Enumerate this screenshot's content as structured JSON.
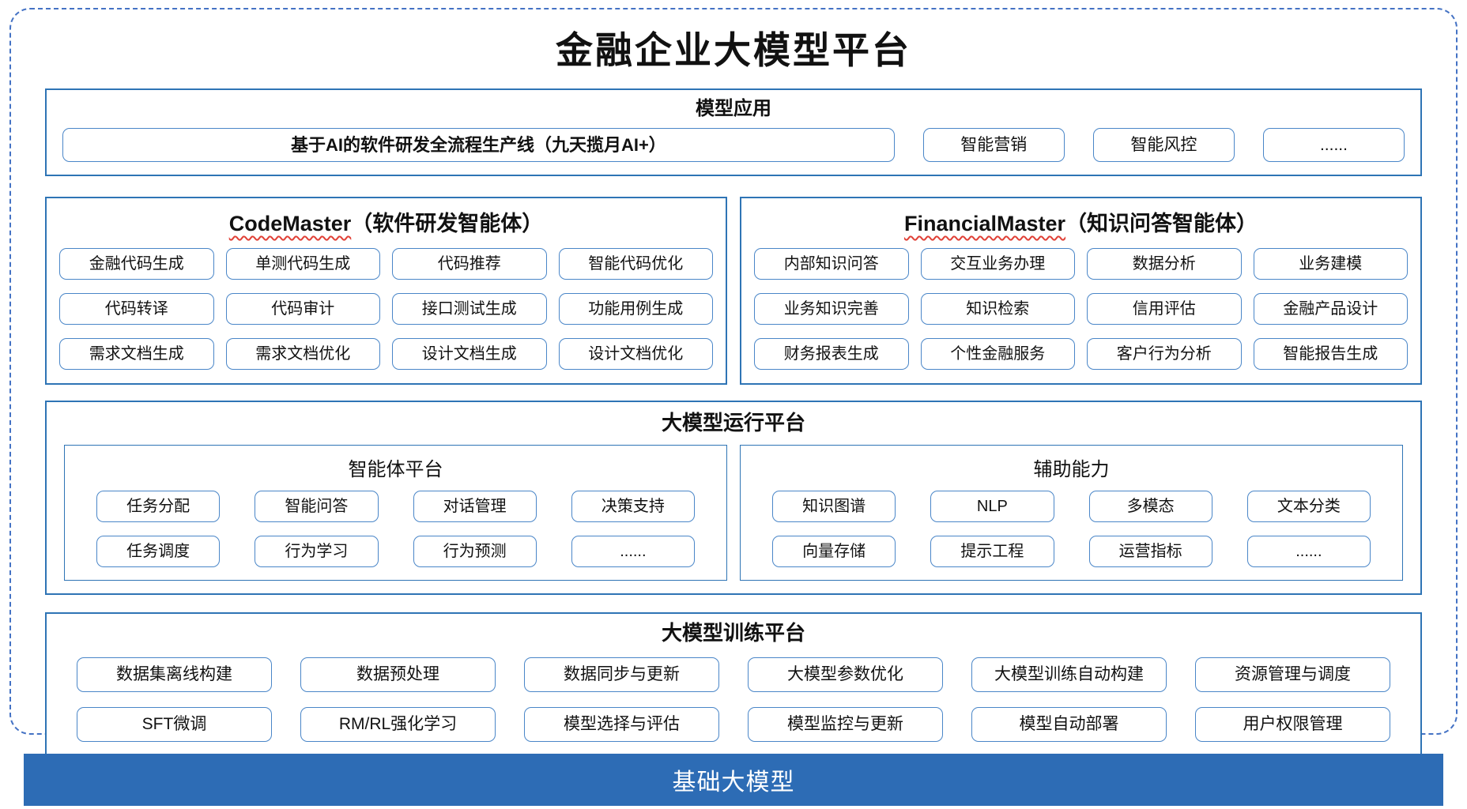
{
  "title": "金融企业大模型平台",
  "colors": {
    "section_border_blue": "#2e74b5",
    "item_border_blue": "#4a86c8",
    "outer_dashed_blue": "#4472c4",
    "base_bar_blue": "#2d6cb5",
    "spellcheck_wavy_red": "#e04036"
  },
  "sections": {
    "model_app": {
      "header": "模型应用",
      "wide_item": "基于AI的软件研发全流程生产线（九天揽月AI+）",
      "items": [
        "智能营销",
        "智能风控",
        "......"
      ]
    },
    "code_master": {
      "name": "CodeMaster",
      "suffix": "（软件研发智能体）",
      "items": [
        "金融代码生成",
        "单测代码生成",
        "代码推荐",
        "智能代码优化",
        "代码转译",
        "代码审计",
        "接口测试生成",
        "功能用例生成",
        "需求文档生成",
        "需求文档优化",
        "设计文档生成",
        "设计文档优化"
      ]
    },
    "financial_master": {
      "name": "FinancialMaster",
      "suffix": "（知识问答智能体）",
      "items": [
        "内部知识问答",
        "交互业务办理",
        "数据分析",
        "业务建模",
        "业务知识完善",
        "知识检索",
        "信用评估",
        "金融产品设计",
        "财务报表生成",
        "个性金融服务",
        "客户行为分析",
        "智能报告生成"
      ]
    },
    "runtime": {
      "header": "大模型运行平台",
      "agent_platform": {
        "header": "智能体平台",
        "items": [
          "任务分配",
          "智能问答",
          "对话管理",
          "决策支持",
          "任务调度",
          "行为学习",
          "行为预测",
          "......"
        ]
      },
      "aux_ability": {
        "header": "辅助能力",
        "items": [
          "知识图谱",
          "NLP",
          "多模态",
          "文本分类",
          "向量存储",
          "提示工程",
          "运营指标",
          "......"
        ]
      }
    },
    "training": {
      "header": "大模型训练平台",
      "items": [
        "数据集离线构建",
        "数据预处理",
        "数据同步与更新",
        "大模型参数优化",
        "大模型训练自动构建",
        "资源管理与调度",
        "SFT微调",
        "RM/RL强化学习",
        "模型选择与评估",
        "模型监控与更新",
        "模型自动部署",
        "用户权限管理"
      ]
    },
    "base_model": {
      "label": "基础大模型"
    }
  }
}
